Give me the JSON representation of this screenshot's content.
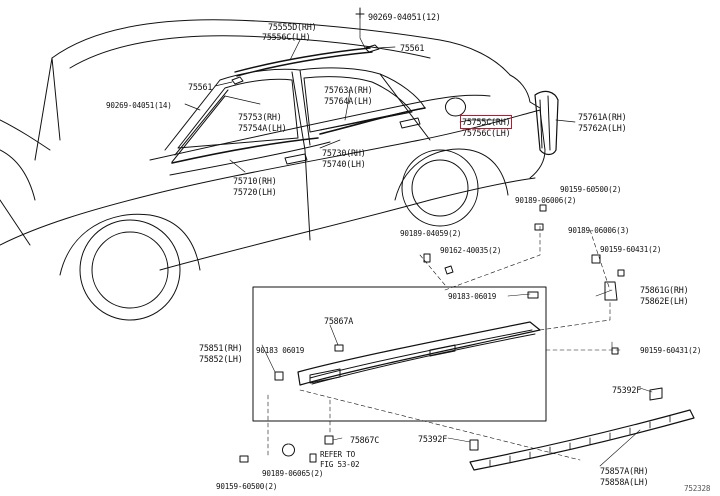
{
  "diagram_id": "752328",
  "highlight_color": "#c0152f",
  "labels": {
    "p_90269_04051_12": "90269-04051(12)",
    "p_75555D": "75555D(RH)",
    "p_75556C": "75556C(LH)",
    "p_75561_top": "75561",
    "p_75561_left": "75561",
    "p_90269_04051_14": "90269-04051(14)",
    "p_75753": "75753(RH)",
    "p_75754A": "75754A(LH)",
    "p_75763A": "75763A(RH)",
    "p_75764A": "75764A(LH)",
    "p_75755C": "75755C(RH)",
    "p_75756C": "75756C(LH)",
    "p_75761A": "75761A(RH)",
    "p_75762A": "75762A(LH)",
    "p_75730": "75730(RH)",
    "p_75740": "75740(LH)",
    "p_75710": "75710(RH)",
    "p_75720": "75720(LH)",
    "p_90159_60500_top": "90159-60500(2)",
    "p_90189_06006_a": "90189-06006(2)",
    "p_90189_06006_b": "90189-06006(3)",
    "p_90189_04059": "90189-04059(2)",
    "p_90162_40035": "90162-40035(2)",
    "p_90159_60431_top": "90159-60431(2)",
    "p_75861G": "75861G(RH)",
    "p_75862E": "75862E(LH)",
    "p_90183_06019_top": "90183-06019",
    "p_75867A": "75867A",
    "p_75851": "75851(RH)",
    "p_75852": "75852(LH)",
    "p_90183_06019_left": "90183 06019",
    "p_90159_60431_bottom": "90159-60431(2)",
    "p_75392F_right": "75392F",
    "p_75867C": "75867C",
    "p_75392F_bottom": "75392F",
    "p_refer": "REFER TO",
    "p_fig": "FIG 53-02",
    "p_90189_06065": "90189-06065(2)",
    "p_90159_60500_bottom": "90159-60500(2)",
    "p_75857A": "75857A(RH)",
    "p_75858A": "75858A(LH)"
  }
}
